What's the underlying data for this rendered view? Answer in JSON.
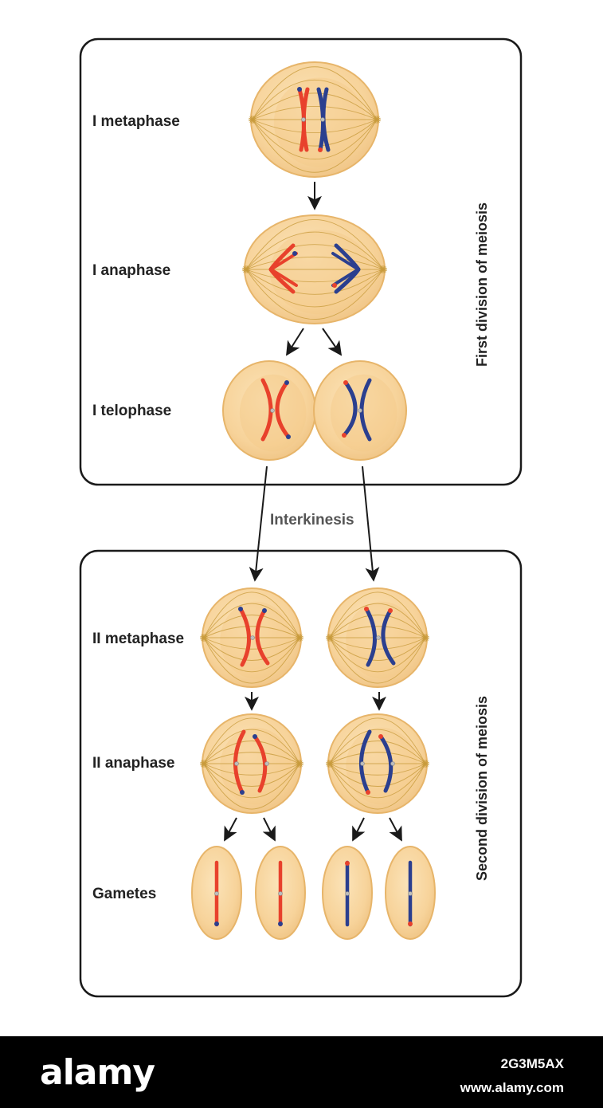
{
  "labels": {
    "i_metaphase": "I metaphase",
    "i_anaphase": "I anaphase",
    "i_telophase": "I telophase",
    "interkinesis": "Interkinesis",
    "ii_metaphase": "II metaphase",
    "ii_anaphase": "II anaphase",
    "gametes": "Gametes",
    "first_division": "First division of meiosis",
    "second_division": "Second division of meiosis"
  },
  "watermark": {
    "logo": "alamy",
    "image_id": "2G3M5AX",
    "site": "www.alamy.com"
  },
  "colors": {
    "cell_fill": "#f9d9a3",
    "cell_inner": "#f4c98a",
    "cell_edge": "#e7b56a",
    "spindle": "#c89b3c",
    "chromosome_red": "#e8412c",
    "chromosome_blue": "#2b3f8f",
    "arrow": "#1a1a1a",
    "watermark_bar": "#000000"
  }
}
